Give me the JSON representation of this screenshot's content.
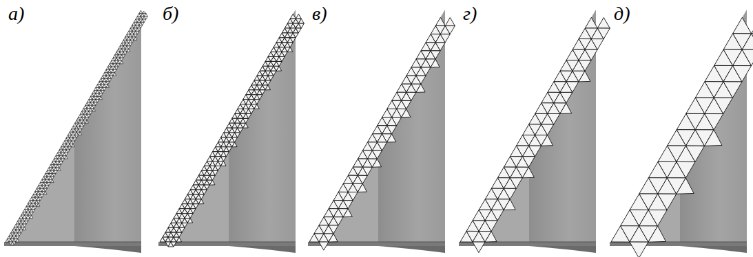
{
  "diagram": {
    "labels": [
      "а)",
      "б)",
      "в)",
      "г)",
      "д)"
    ]
  }
}
